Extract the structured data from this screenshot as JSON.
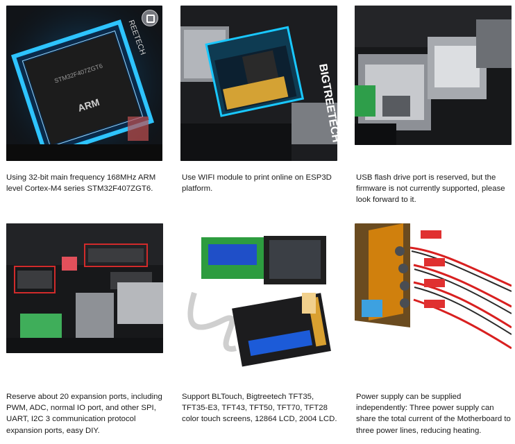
{
  "cards": [
    {
      "caption": "Using 32-bit main frequency 168MHz ARM level Cortex-M4 series STM32F407ZGT6.",
      "icon": "cpu-chip-photo"
    },
    {
      "caption": "Use WIFI module to print online on ESP3D platform.",
      "icon": "wifi-module-photo"
    },
    {
      "caption": "USB flash drive port is reserved, but the firmware is not currently supported, please look forward to it.",
      "icon": "usb-port-photo"
    },
    {
      "caption": "Reserve about 20 expansion ports, including PWM, ADC, normal IO port, and other SPI, UART, I2C 3 communication protocol expansion ports, easy DIY.",
      "icon": "expansion-ports-photo"
    },
    {
      "caption": "Support BLTouch, Bigtreetech TFT35, TFT35-E3, TFT43, TFT50, TFT70, TFT28 color touch screens, 12864 LCD, 2004 LCD.",
      "icon": "touch-screens-photo"
    },
    {
      "caption": "Power supply can be supplied independently: Three power supply can share the total current of the Motherboard to three power lines, reducing heating.",
      "icon": "power-supply-photo"
    }
  ],
  "chip": {
    "brand": "ARM",
    "model": "STM32F407ZGT6"
  },
  "board_text": "BIGTREETECH"
}
